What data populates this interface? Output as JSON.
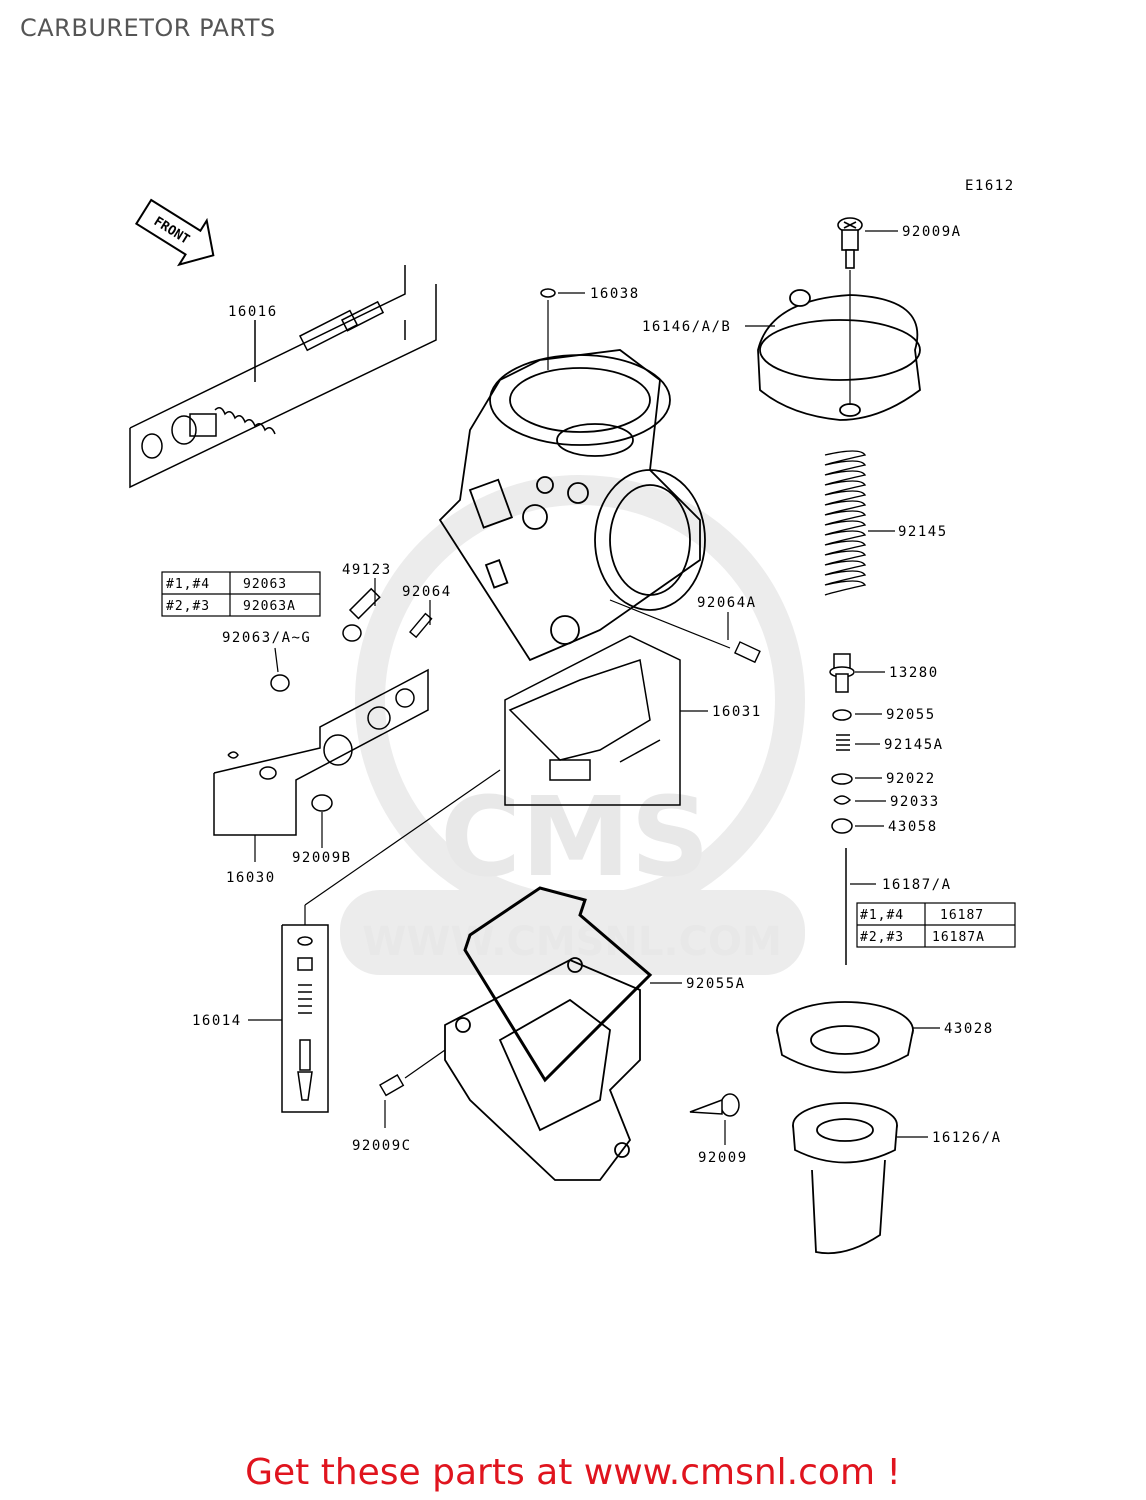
{
  "page": {
    "title": "CARBURETOR PARTS",
    "cta_text": "Get these parts at www.cmsnl.com !"
  },
  "diagram": {
    "ref_code": "E1612",
    "front_label": "FRONT",
    "watermark": {
      "brand": "CMS",
      "url": "WWW.CMSNL.COM"
    },
    "callouts": {
      "c16016": "16016",
      "c16038": "16038",
      "c16146": "16146/A/B",
      "c92009A": "92009A",
      "c92145": "92145",
      "c49123": "49123",
      "c92064": "92064",
      "c92064A": "92064A",
      "c92063AG": "92063/A~G",
      "c13280": "13280",
      "c92055": "92055",
      "c92145A": "92145A",
      "c92022": "92022",
      "c92033": "92033",
      "c43058": "43058",
      "c16031": "16031",
      "c16030": "16030",
      "c92009B": "92009B",
      "c16187": "16187/A",
      "c92055A": "92055A",
      "c16014": "16014",
      "c43028": "43028",
      "c92009C": "92009C",
      "c92009": "92009",
      "c16126": "16126/A"
    },
    "table_left": [
      {
        "cyl": "#1,#4",
        "part": "92063"
      },
      {
        "cyl": "#2,#3",
        "part": "92063A"
      }
    ],
    "table_right": [
      {
        "cyl": "#1,#4",
        "part": "16187"
      },
      {
        "cyl": "#2,#3",
        "part": "16187A"
      }
    ]
  }
}
